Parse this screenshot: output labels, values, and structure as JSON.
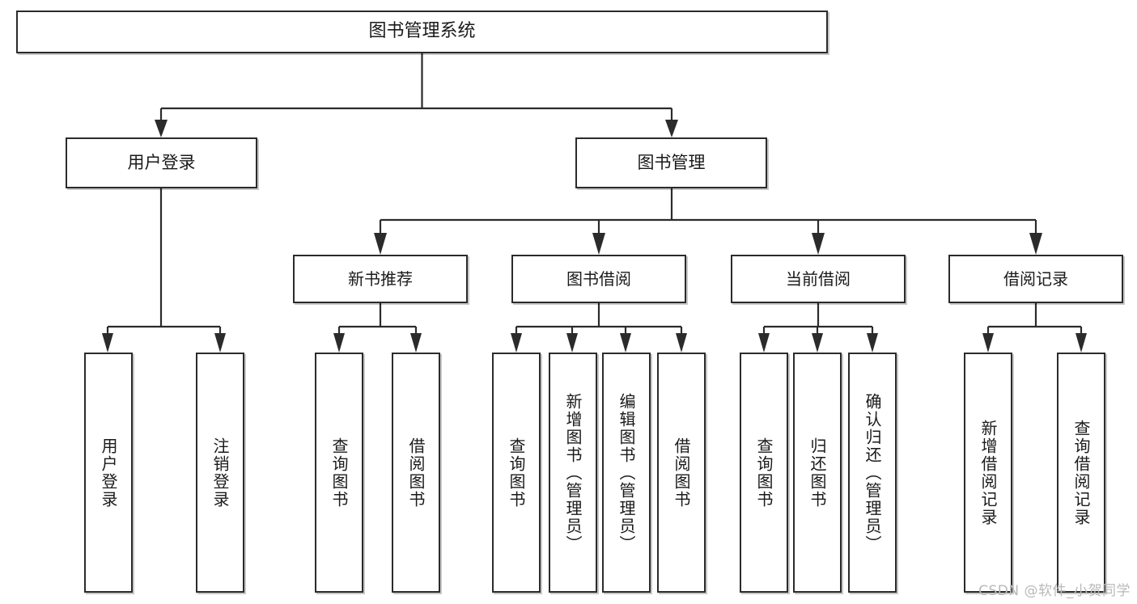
{
  "diagram": {
    "title": "图书管理系统",
    "type": "functional-decomposition-tree",
    "root": {
      "id": "root",
      "label": "图书管理系统"
    },
    "level1": [
      {
        "id": "user-login",
        "label": "用户登录"
      },
      {
        "id": "book-manage",
        "label": "图书管理"
      }
    ],
    "level2": [
      {
        "id": "new-book-rec",
        "label": "新书推荐"
      },
      {
        "id": "book-borrow",
        "label": "图书借阅"
      },
      {
        "id": "current-borrow",
        "label": "当前借阅"
      },
      {
        "id": "borrow-record",
        "label": "借阅记录"
      }
    ],
    "leaves": [
      {
        "id": "leaf-user-login",
        "label": "用户登录",
        "parent": "user-login"
      },
      {
        "id": "leaf-logout",
        "label": "注销登录",
        "parent": "user-login"
      },
      {
        "id": "leaf-query-book-1",
        "label": "查询图书",
        "parent": "new-book-rec"
      },
      {
        "id": "leaf-borrow-book-1",
        "label": "借阅图书",
        "parent": "new-book-rec"
      },
      {
        "id": "leaf-query-book-2",
        "label": "查询图书",
        "parent": "book-borrow"
      },
      {
        "id": "leaf-add-book",
        "label": "新增图书（管理员）",
        "parent": "book-borrow"
      },
      {
        "id": "leaf-edit-book",
        "label": "编辑图书（管理员）",
        "parent": "book-borrow"
      },
      {
        "id": "leaf-borrow-book-2",
        "label": "借阅图书",
        "parent": "book-borrow"
      },
      {
        "id": "leaf-query-book-3",
        "label": "查询图书",
        "parent": "current-borrow"
      },
      {
        "id": "leaf-return-book",
        "label": "归还图书",
        "parent": "current-borrow"
      },
      {
        "id": "leaf-confirm-return",
        "label": "确认归还（管理员）",
        "parent": "current-borrow"
      },
      {
        "id": "leaf-add-record",
        "label": "新增借阅记录",
        "parent": "borrow-record"
      },
      {
        "id": "leaf-query-record",
        "label": "查询借阅记录",
        "parent": "borrow-record"
      }
    ]
  },
  "watermark": {
    "text": "CSDN @软件_小贺同学"
  },
  "colors": {
    "background": "#ffffff",
    "box_border": "#2b2b2b",
    "box_fill": "#ffffff",
    "text": "#1a1a1a",
    "edge": "#2b2b2b",
    "watermark": "#b9b9b9"
  }
}
